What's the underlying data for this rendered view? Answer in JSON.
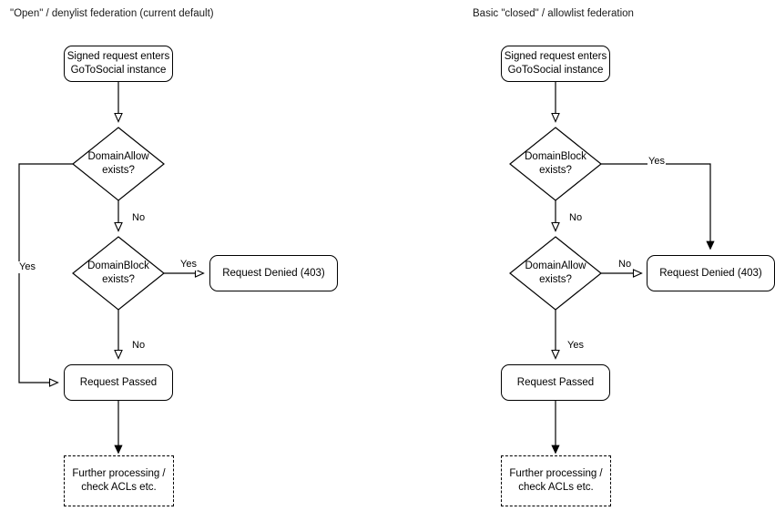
{
  "diagram": {
    "type": "flowchart",
    "background": "#ffffff",
    "stroke_color": "#000000",
    "text_color": "#000000"
  },
  "columns": [
    {
      "id": "open-denylist",
      "title": "\"Open\" / denylist federation (current default)",
      "nodes": {
        "start": "Signed request enters\nGoToSocial instance",
        "decision1": "DomainAllow\nexists?",
        "decision2": "DomainBlock\nexists?",
        "denied": "Request Denied (403)",
        "passed": "Request Passed",
        "further": "Further processing /\ncheck ACLs etc."
      },
      "edge_labels": {
        "allow_yes": "Yes",
        "allow_no": "No",
        "block_yes": "Yes",
        "block_no": "No"
      }
    },
    {
      "id": "closed-allowlist",
      "title": "Basic \"closed\" / allowlist federation",
      "nodes": {
        "start": "Signed request enters\nGoToSocial instance",
        "decision1": "DomainBlock\nexists?",
        "decision2": "DomainAllow\nexists?",
        "denied": "Request Denied (403)",
        "passed": "Request Passed",
        "further": "Further processing /\ncheck ACLs etc."
      },
      "edge_labels": {
        "block_yes": "Yes",
        "block_no": "No",
        "allow_no": "No",
        "allow_yes": "Yes"
      }
    }
  ]
}
